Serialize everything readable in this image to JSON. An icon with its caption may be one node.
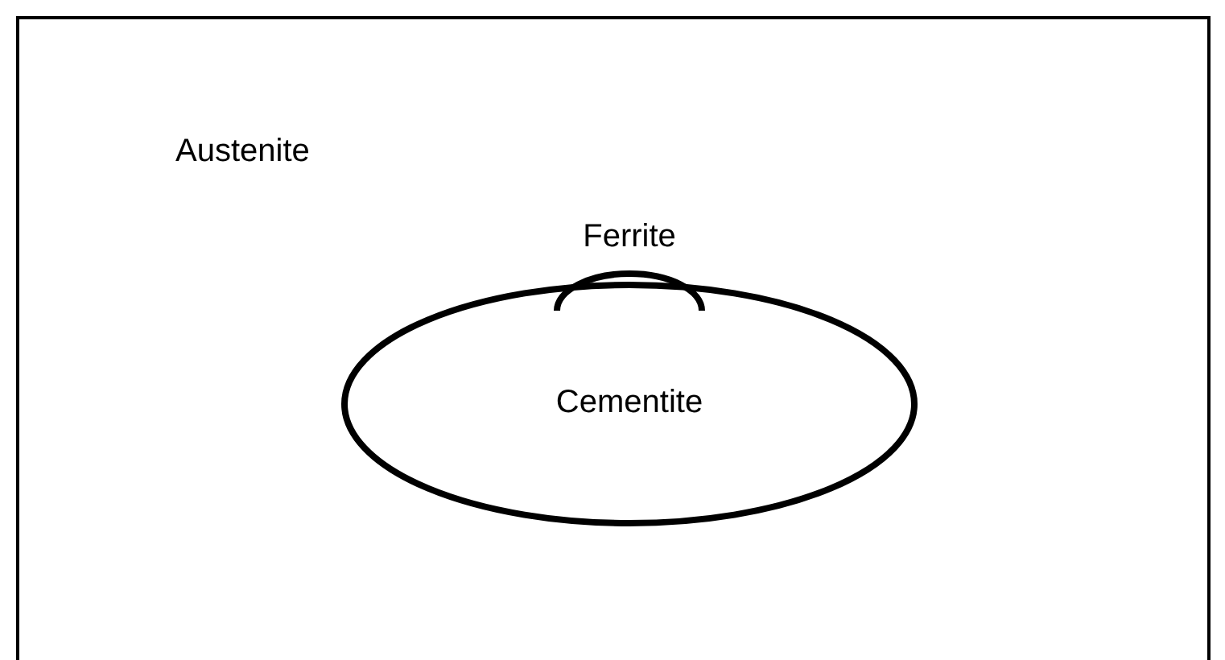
{
  "diagram": {
    "nodes": [
      {
        "text": [
          "Austenite"
        ]
      },
      {
        "text": [
          "Ferrite"
        ],
        "in": 0
      },
      {
        "text": [
          "Cementite"
        ],
        "in": 0
      }
    ]
  }
}
